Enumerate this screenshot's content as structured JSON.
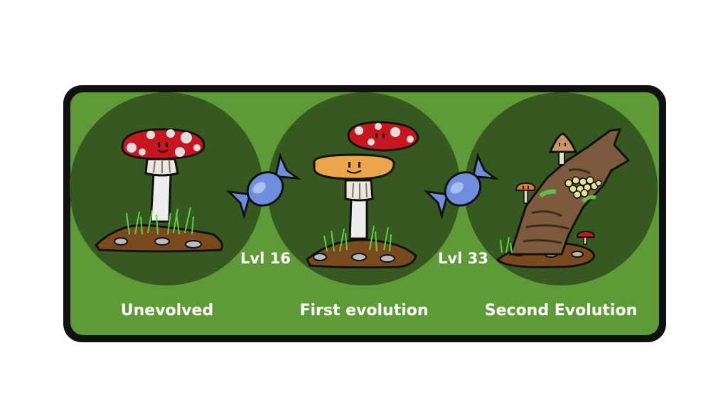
{
  "stages": [
    {
      "label": "Unevolved"
    },
    {
      "label": "First evolution"
    },
    {
      "label": "Second Evolution"
    }
  ],
  "transitions": [
    {
      "level": "Lvl 16",
      "icon": "candy-icon"
    },
    {
      "level": "Lvl 33",
      "icon": "candy-icon"
    }
  ],
  "colors": {
    "panel_bg": "#5e9a38",
    "circle_bg": "#36591f",
    "border": "#111111",
    "mushroom_cap": "#c8161e",
    "orange_cap": "#eca64a",
    "candy": "#6e8ee0",
    "dirt": "#7a4a1e",
    "log": "#7b5a3d"
  }
}
